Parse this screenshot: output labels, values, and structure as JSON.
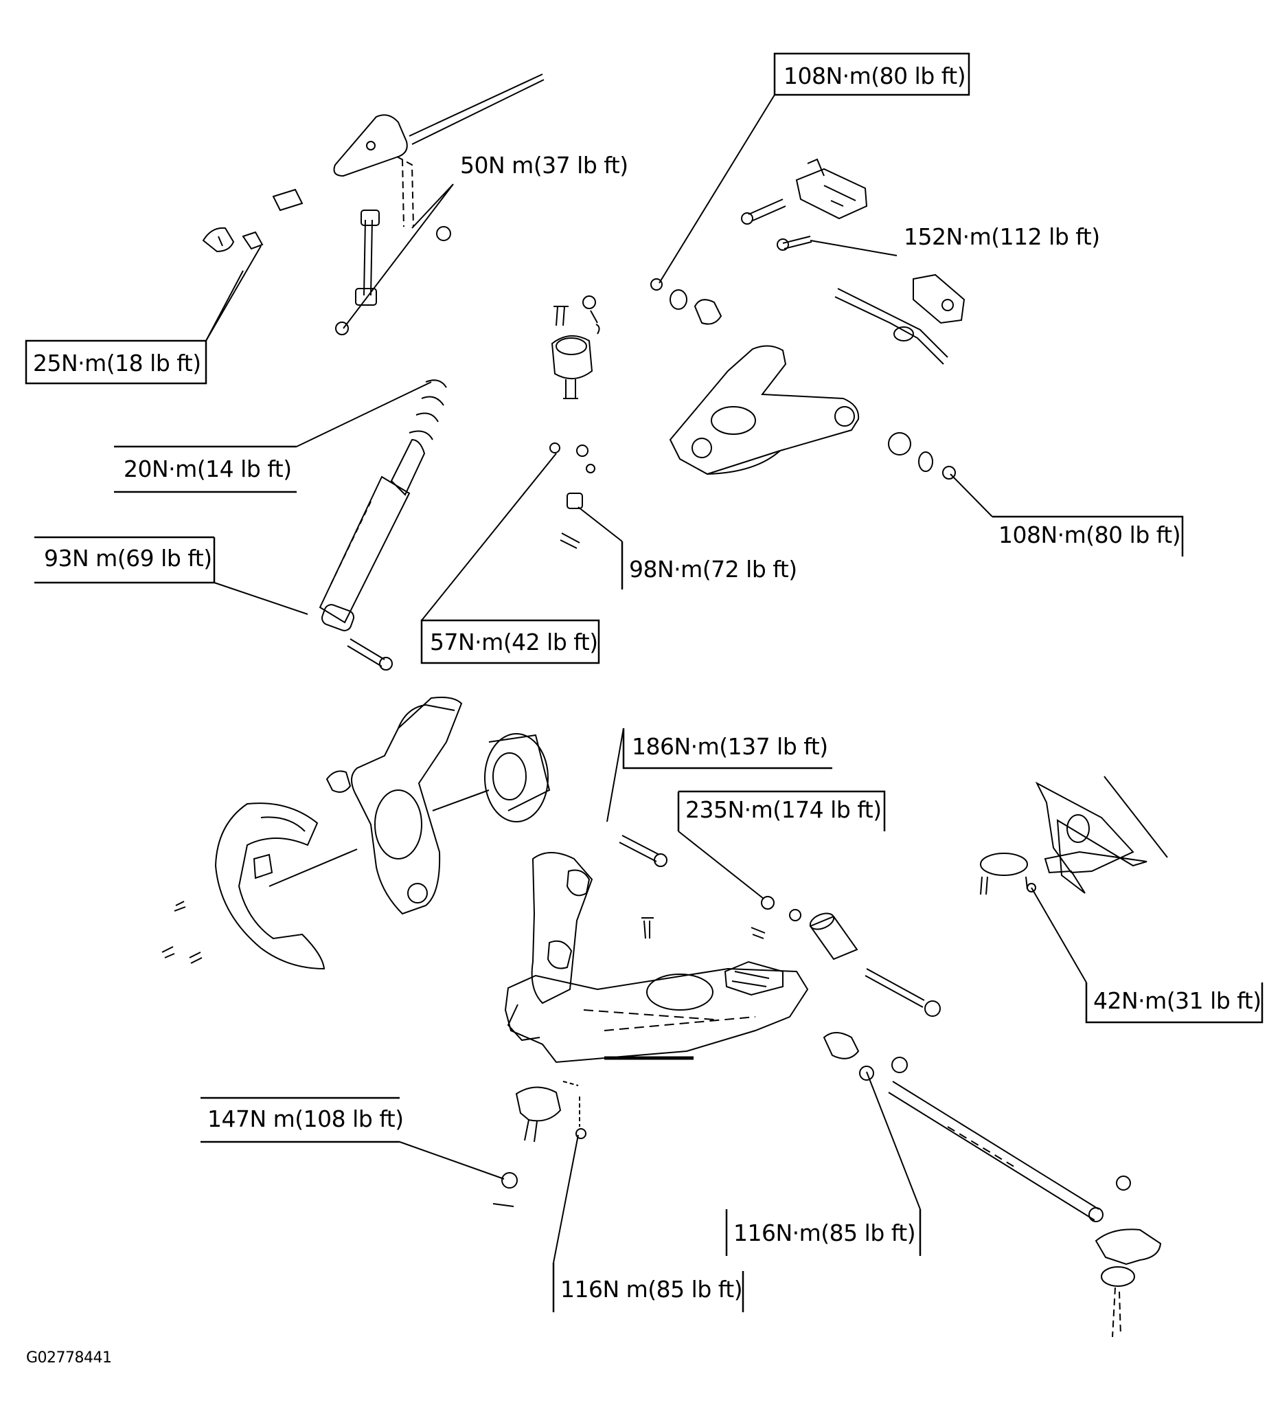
{
  "labels": {
    "t_108_top": "108N·m(80 lb ft)",
    "t_50": "50N m(37 lb ft)",
    "t_152": "152N·m(112 lb ft)",
    "t_25": "25N·m(18 lb ft)",
    "t_20": "20N·m(14 lb ft)",
    "t_108_right": "108N·m(80 lb ft)",
    "t_93": "93N m(69 lb ft)",
    "t_98": "98N·m(72 lb ft)",
    "t_57": "57N·m(42 lb ft)",
    "t_186": "186N·m(137 lb ft)",
    "t_235": "235N·m(174 lb ft)",
    "t_42": "42N·m(31 lb ft)",
    "t_147": "147N m(108 lb ft)",
    "t_116_right": "116N·m(85 lb ft)",
    "t_116_bottom": "116N m(85 lb ft)"
  },
  "figure_code": "G02778441"
}
